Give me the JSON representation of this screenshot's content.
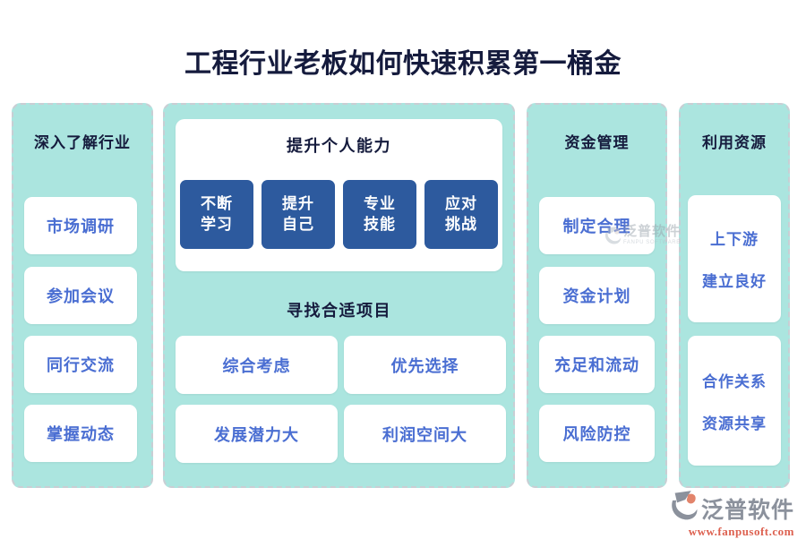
{
  "title": "工程行业老板如何快速积累第一桶金",
  "columns": [
    {
      "header": "深入了解行业",
      "cards": [
        "市场调研",
        "参加会议",
        "同行交流",
        "掌握动态"
      ]
    },
    {
      "header_top": "提升个人能力",
      "buttons": [
        [
          "不断",
          "学习"
        ],
        [
          "提升",
          "自己"
        ],
        [
          "专业",
          "技能"
        ],
        [
          "应对",
          "挑战"
        ]
      ],
      "header_bottom": "寻找合适项目",
      "cards": [
        "综合考虑",
        "优先选择",
        "发展潜力大",
        "利润空间大"
      ]
    },
    {
      "header": "资金管理",
      "cards": [
        "制定合理",
        "资金计划",
        "充足和流动",
        "风险防控"
      ]
    },
    {
      "header": "利用资源",
      "cards": [
        [
          "上下游",
          "建立良好"
        ],
        [
          "合作关系",
          "资源共享"
        ]
      ]
    }
  ],
  "watermark": {
    "text": "泛普软件",
    "subtext": "FANPU SOFTWARE"
  },
  "footer_logo": {
    "name": "泛普软件",
    "url": "www.fanpusoft.com"
  },
  "colors": {
    "panel_bg": "#abe5df",
    "panel_border": "#c9ced4",
    "card_text": "#4a6ed2",
    "heading_text": "#151b3d",
    "button_bg": "#2d5a9e",
    "button_text": "#ffffff",
    "logo_gray": "#8b919c",
    "logo_orange": "#dd6150"
  }
}
